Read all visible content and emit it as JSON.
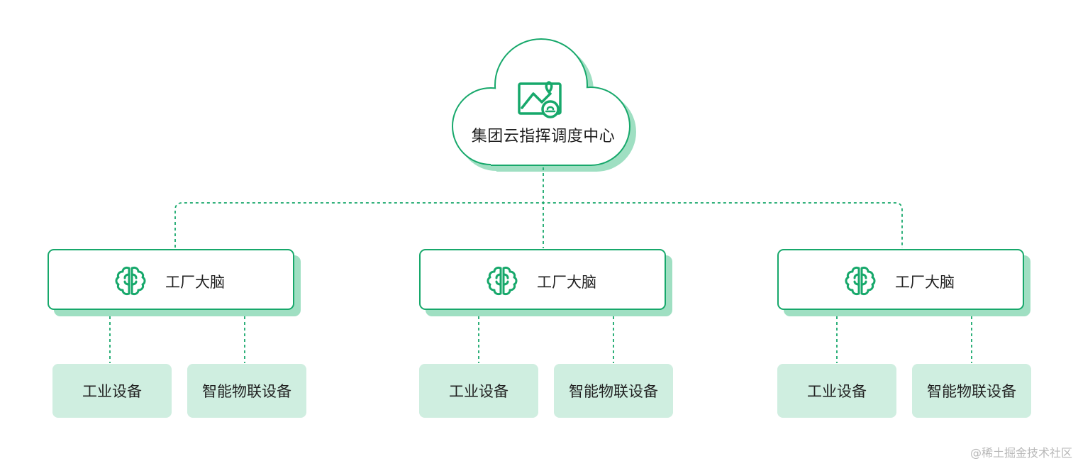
{
  "root": {
    "label": "集团云指挥调度中心",
    "icon": "monitor-map-icon"
  },
  "factories": [
    {
      "label": "工厂大脑",
      "icon": "brain-icon",
      "devices": [
        "工业设备",
        "智能物联设备"
      ]
    },
    {
      "label": "工厂大脑",
      "icon": "brain-icon",
      "devices": [
        "工业设备",
        "智能物联设备"
      ]
    },
    {
      "label": "工厂大脑",
      "icon": "brain-icon",
      "devices": [
        "工业设备",
        "智能物联设备"
      ]
    }
  ],
  "watermark": "@稀土掘金技术社区",
  "colors": {
    "accent": "#17a86b",
    "shadow": "#9fdfc2",
    "device_fill": "#cfeee0",
    "connector": "#17a86b"
  }
}
